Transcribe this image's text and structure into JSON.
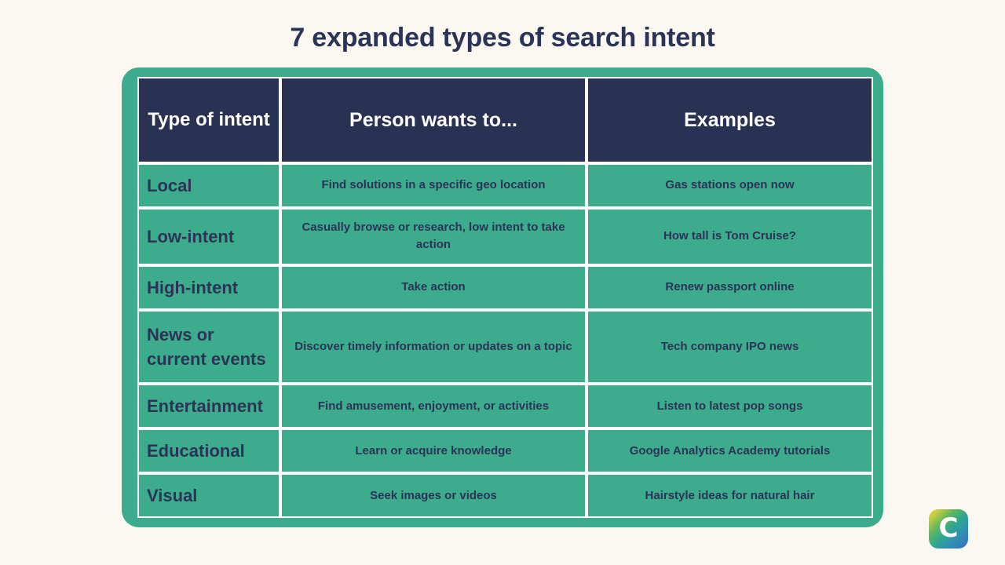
{
  "page": {
    "title": "7 expanded types of search intent",
    "background_color": "#FBF8F1",
    "accent_green": "#3DAC8C",
    "accent_navy": "#2A3253",
    "text_navy": "#2B3356"
  },
  "table": {
    "headers": {
      "type": "Type of intent",
      "wants": "Person wants to...",
      "examples": "Examples"
    },
    "rows": [
      {
        "type": "Local",
        "wants": "Find solutions in a specific geo location",
        "example": "Gas stations open now"
      },
      {
        "type": "Low-intent",
        "wants": "Casually browse or research, low intent to take action",
        "example": "How tall is Tom Cruise?"
      },
      {
        "type": "High-intent",
        "wants": "Take action",
        "example": "Renew passport online"
      },
      {
        "type": "News or current events",
        "wants": "Discover timely information or updates on a topic",
        "example": "Tech company IPO news"
      },
      {
        "type": "Entertainment",
        "wants": "Find amusement, enjoyment, or activities",
        "example": "Listen to latest pop songs"
      },
      {
        "type": "Educational",
        "wants": "Learn or acquire knowledge",
        "example": "Google Analytics Academy tutorials"
      },
      {
        "type": "Visual",
        "wants": "Seek images or videos",
        "example": "Hairstyle ideas for natural hair"
      }
    ]
  },
  "logo": {
    "letter": "C",
    "name": "brand-logo",
    "gradient_start": "#E8C63B",
    "gradient_mid": "#30A88E",
    "gradient_end": "#3B6FC4"
  }
}
